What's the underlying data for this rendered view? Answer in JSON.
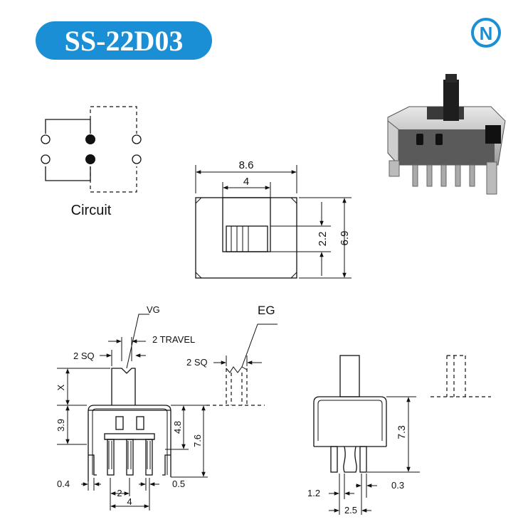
{
  "title": "SS-22D03",
  "brand_color": "#1a8fd6",
  "logo": {
    "letter": "N",
    "icon": "brand-logo-icon"
  },
  "circuit": {
    "label": "Circuit"
  },
  "top_view": {
    "width": "8.6",
    "inner_width": "4",
    "knob_height": "2.2",
    "height": "6.9"
  },
  "front_view": {
    "vg": "VG",
    "travel": "2 TRAVEL",
    "sq": "2 SQ",
    "x": "X",
    "h39": "3.9",
    "h48": "4.8",
    "h76": "7.6",
    "pin_w": "0.4",
    "pitch": "2",
    "pin_gap": "0.5",
    "width4": "4"
  },
  "eg_view": {
    "label": "EG",
    "sq": "2 SQ"
  },
  "side_view": {
    "h73": "7.3",
    "w12": "1.2",
    "w03": "0.3",
    "w25": "2.5"
  }
}
